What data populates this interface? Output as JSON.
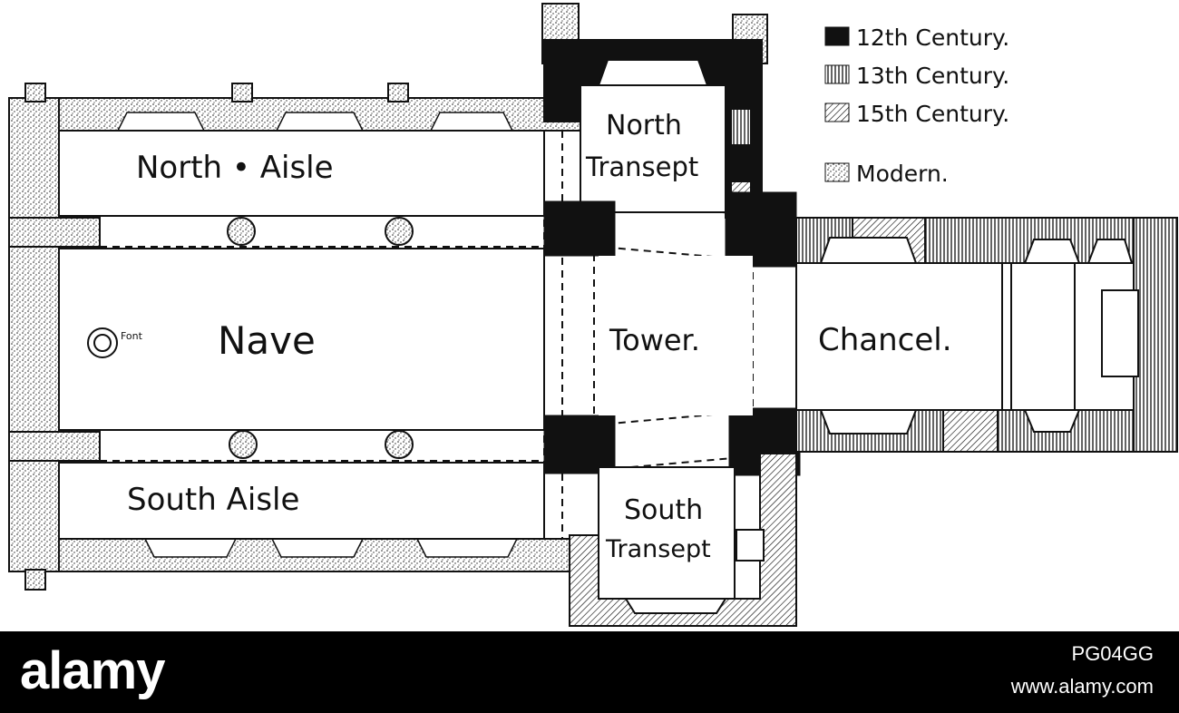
{
  "legend": {
    "items": [
      {
        "label": "12th Century.",
        "pattern": "black"
      },
      {
        "label": "13th Century.",
        "pattern": "vertical-hatch"
      },
      {
        "label": "15th Century.",
        "pattern": "diagonal-hatch"
      },
      {
        "label": "Modern.",
        "pattern": "stipple"
      }
    ]
  },
  "rooms": {
    "north_aisle": "North • Aisle",
    "nave": "Nave",
    "font": "Font",
    "south_aisle": "South Aisle",
    "north_transept_line1": "North",
    "north_transept_line2": "Transept",
    "tower": "Tower.",
    "chancel": "Chancel.",
    "south_transept_line1": "South",
    "south_transept_line2": "Transept"
  },
  "footer": {
    "brand": "alamy",
    "image_id": "PG04GG",
    "url": "www.alamy.com"
  },
  "colors": {
    "ink": "#111111",
    "footer_bg": "#000000",
    "footer_text": "#ffffff"
  }
}
